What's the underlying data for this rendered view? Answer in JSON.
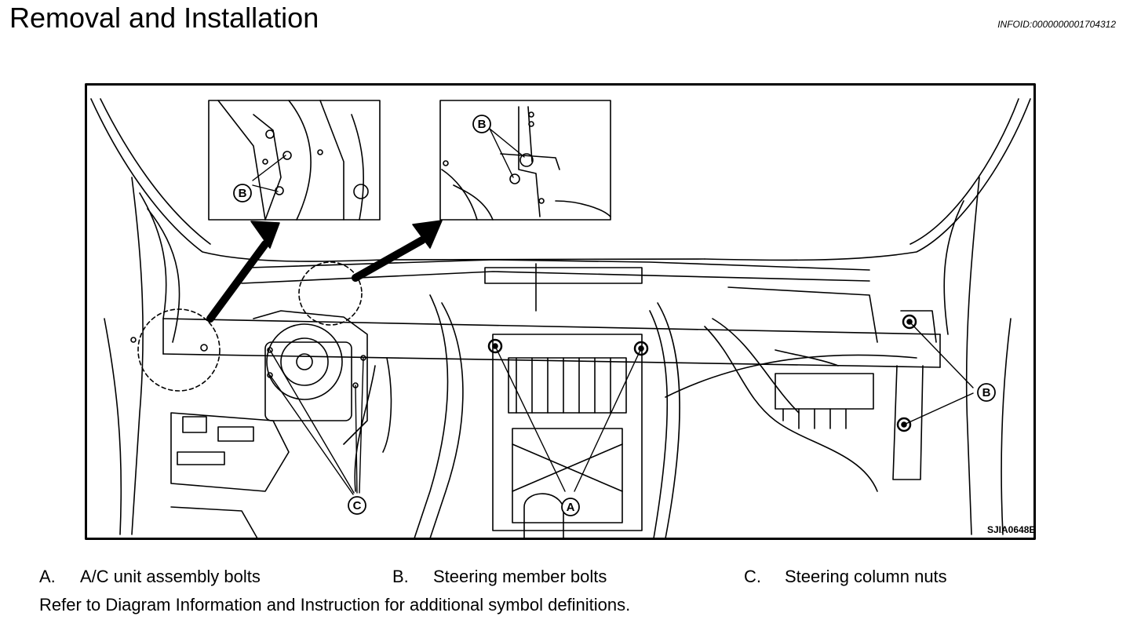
{
  "header": {
    "title": "Removal and Installation",
    "info_id": "INFOID:0000000001704312"
  },
  "figure": {
    "code": "SJIA0648E",
    "callouts": {
      "a": "A",
      "b": "B",
      "c": "C"
    }
  },
  "legend": [
    {
      "letter": "A.",
      "text": "A/C unit assembly bolts"
    },
    {
      "letter": "B.",
      "text": "Steering member bolts"
    },
    {
      "letter": "C.",
      "text": "Steering column nuts"
    }
  ],
  "note": "Refer to Diagram Information and Instruction for additional symbol definitions.",
  "colors": {
    "ink": "#000000",
    "paper": "#ffffff"
  }
}
